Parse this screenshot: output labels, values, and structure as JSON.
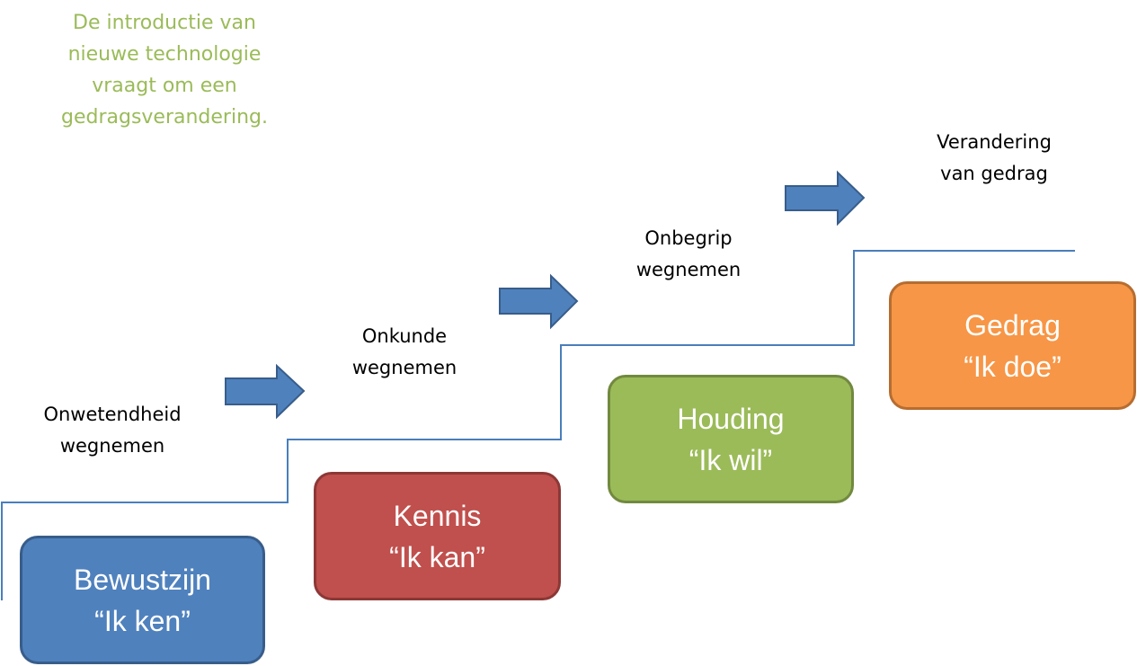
{
  "intro_text": [
    "De introductie van",
    "nieuwe technologie",
    "vraagt om een",
    "gedragsverandering."
  ],
  "steps": [
    {
      "title": "Bewustzijn",
      "quote": "“Ik ken”",
      "fill": "#4f81bd",
      "stroke": "#385d8a"
    },
    {
      "title": "Kennis",
      "quote": "“Ik kan”",
      "fill": "#c0504d",
      "stroke": "#8c3836"
    },
    {
      "title": "Houding",
      "quote": "“Ik wil”",
      "fill": "#9bbb59",
      "stroke": "#71893f"
    },
    {
      "title": "Gedrag",
      "quote": "“Ik doe”",
      "fill": "#f79646",
      "stroke": "#b66d31"
    }
  ],
  "actions": [
    {
      "line1": "Onwetendheid",
      "line2": "wegnemen"
    },
    {
      "line1": "Onkunde",
      "line2": "wegnemen"
    },
    {
      "line1": "Onbegrip",
      "line2": "wegnemen"
    },
    {
      "line1": "Verandering",
      "line2": "van gedrag"
    }
  ],
  "colors": {
    "intro": "#9bbb59",
    "staircase": "#4a7ebb",
    "arrow_fill": "#4f81bd",
    "arrow_stroke": "#385d8a"
  }
}
